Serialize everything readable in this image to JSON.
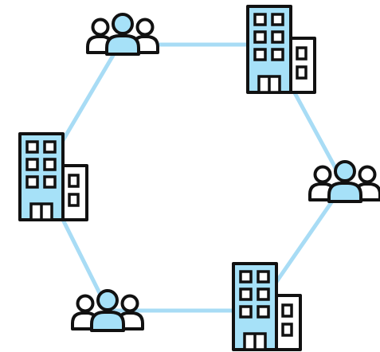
{
  "diagram": {
    "type": "hexagonal-network",
    "colors": {
      "edge": "#a8dcf5",
      "fill": "#a6e1f8",
      "outline": "#111111",
      "background": "#ffffff"
    },
    "nodes": [
      {
        "id": "people-top-left",
        "icon": "people-group-icon"
      },
      {
        "id": "building-top-right",
        "icon": "office-building-icon"
      },
      {
        "id": "people-right",
        "icon": "people-group-icon"
      },
      {
        "id": "building-bottom-right",
        "icon": "office-building-icon"
      },
      {
        "id": "people-bottom-left",
        "icon": "people-group-icon"
      },
      {
        "id": "building-left",
        "icon": "office-building-icon"
      }
    ],
    "edges": [
      [
        "people-top-left",
        "building-top-right"
      ],
      [
        "building-top-right",
        "people-right"
      ],
      [
        "people-right",
        "building-bottom-right"
      ],
      [
        "building-bottom-right",
        "people-bottom-left"
      ],
      [
        "people-bottom-left",
        "building-left"
      ],
      [
        "building-left",
        "people-top-left"
      ]
    ]
  }
}
